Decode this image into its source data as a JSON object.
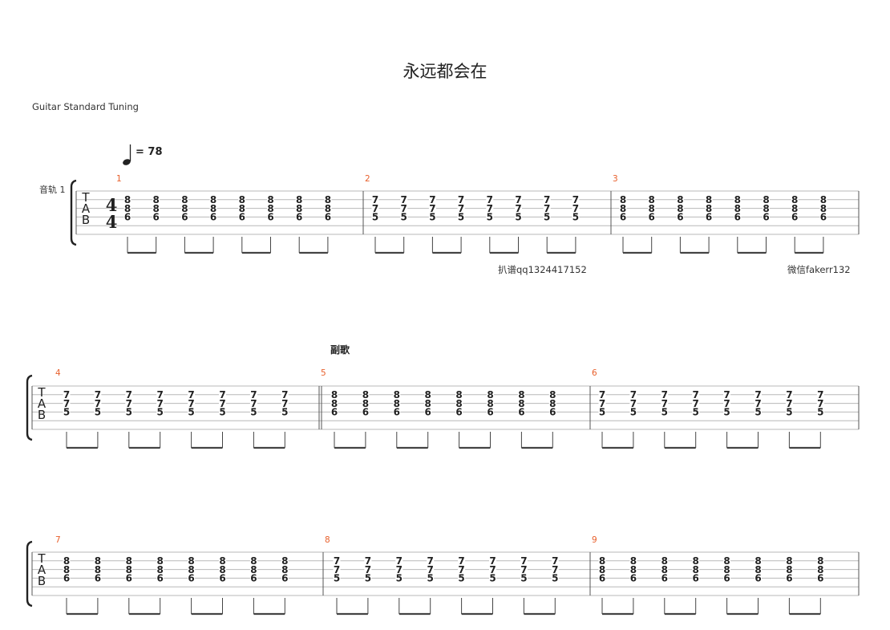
{
  "score": {
    "title": "永远都会在",
    "tuning": "Guitar Standard Tuning",
    "tempo_value": "= 78",
    "track_name": "音轨 1",
    "tab_letters": [
      "T",
      "A",
      "B"
    ],
    "time_signature": {
      "numerator": "4",
      "denominator": "4"
    },
    "annotations": {
      "transcriber": "扒谱qq1324417152",
      "wechat": "微信fakerr132",
      "section": "副歌"
    },
    "chord_types": {
      "A": [
        "8",
        "8",
        "6"
      ],
      "B": [
        "7",
        "7",
        "5"
      ]
    },
    "systems": [
      {
        "measures": [
          {
            "number": "1",
            "chord": "A"
          },
          {
            "number": "2",
            "chord": "B"
          },
          {
            "number": "3",
            "chord": "A"
          }
        ]
      },
      {
        "measures": [
          {
            "number": "4",
            "chord": "B"
          },
          {
            "number": "5",
            "chord": "A"
          },
          {
            "number": "6",
            "chord": "B"
          }
        ]
      },
      {
        "measures": [
          {
            "number": "7",
            "chord": "A"
          },
          {
            "number": "8",
            "chord": "B"
          },
          {
            "number": "9",
            "chord": "A"
          }
        ]
      }
    ]
  }
}
